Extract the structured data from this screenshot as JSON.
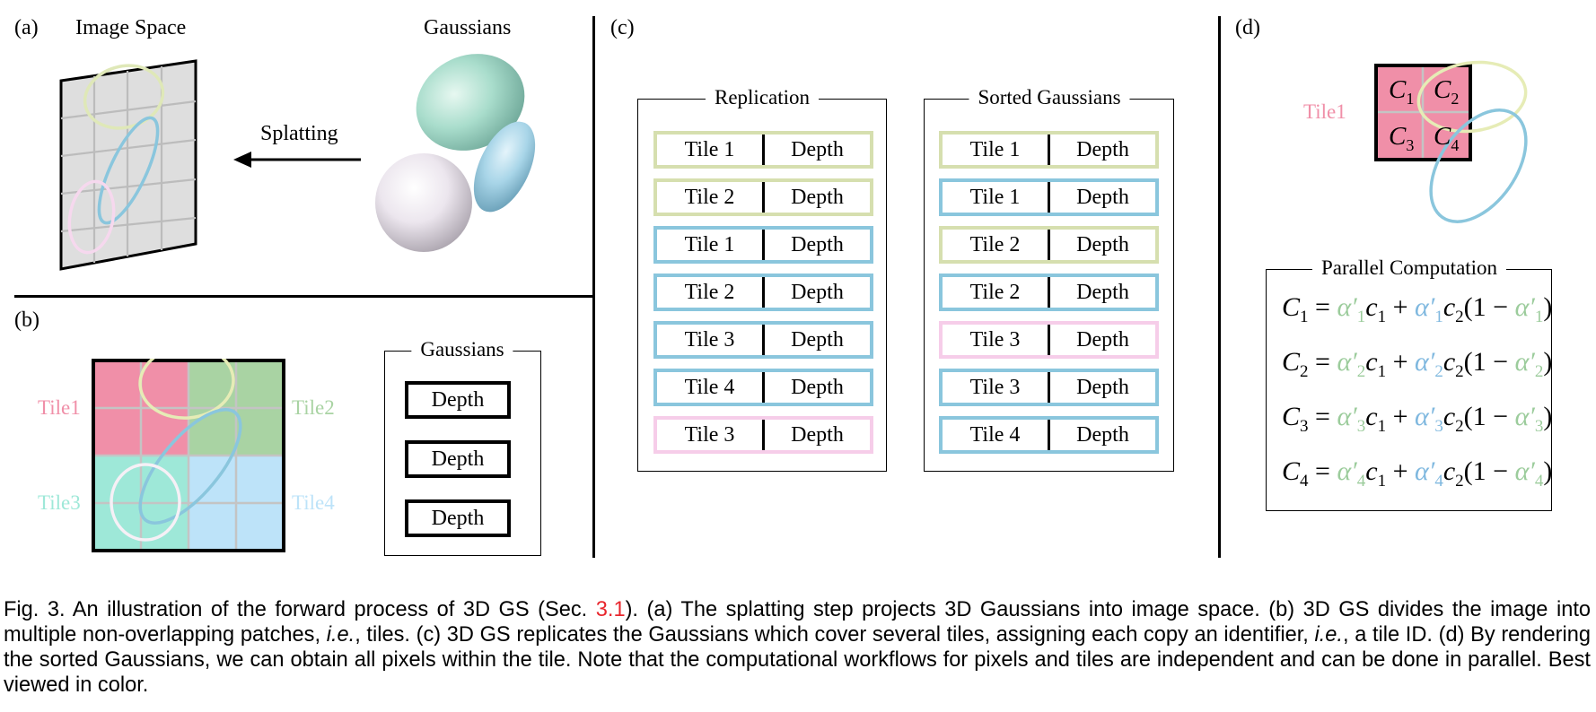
{
  "panel_a": {
    "label": "(a)",
    "image_space": "Image Space",
    "gaussians": "Gaussians",
    "splatting": "Splatting"
  },
  "panel_b": {
    "label": "(b)",
    "tiles": [
      "Tile1",
      "Tile2",
      "Tile3",
      "Tile4"
    ],
    "legend_title": "Gaussians",
    "depth_rows": [
      "Depth",
      "Depth",
      "Depth"
    ]
  },
  "panel_c": {
    "label": "(c)",
    "replication_title": "Replication",
    "replication_rows": [
      {
        "tile": "Tile 1",
        "depth": "Depth",
        "color": "yellow"
      },
      {
        "tile": "Tile 2",
        "depth": "Depth",
        "color": "yellow"
      },
      {
        "tile": "Tile 1",
        "depth": "Depth",
        "color": "blue"
      },
      {
        "tile": "Tile 2",
        "depth": "Depth",
        "color": "blue"
      },
      {
        "tile": "Tile 3",
        "depth": "Depth",
        "color": "blue"
      },
      {
        "tile": "Tile 4",
        "depth": "Depth",
        "color": "blue"
      },
      {
        "tile": "Tile 3",
        "depth": "Depth",
        "color": "pink"
      }
    ],
    "sorted_title": "Sorted Gaussians",
    "sorted_rows": [
      {
        "tile": "Tile 1",
        "depth": "Depth",
        "color": "yellow"
      },
      {
        "tile": "Tile 1",
        "depth": "Depth",
        "color": "blue"
      },
      {
        "tile": "Tile 2",
        "depth": "Depth",
        "color": "yellow"
      },
      {
        "tile": "Tile 2",
        "depth": "Depth",
        "color": "blue"
      },
      {
        "tile": "Tile 3",
        "depth": "Depth",
        "color": "pink"
      },
      {
        "tile": "Tile 3",
        "depth": "Depth",
        "color": "blue"
      },
      {
        "tile": "Tile 4",
        "depth": "Depth",
        "color": "blue"
      }
    ]
  },
  "panel_d": {
    "label": "(d)",
    "tile_label": "Tile1",
    "cells": [
      "C1",
      "C2",
      "C3",
      "C4"
    ],
    "computation_title": "Parallel Computation",
    "equations": [
      "1",
      "2",
      "3",
      "4"
    ]
  },
  "colors": {
    "yellow": "#d6dfaf",
    "blue": "#8ac6dd",
    "pink": "#f6cde9",
    "tile1": "#f08fa8",
    "tile2": "#a9d3a3",
    "tile3": "#9ee8d8",
    "tile4": "#bde3f9",
    "caption_ref": "#e8262d"
  },
  "caption": {
    "fig": "Fig. 3.",
    "part1": "An illustration of the forward process of 3D GS (Sec.",
    "ref": "3.1",
    "part2": "). (a) The splatting step projects 3D Gaussians into image space. (b) 3D GS divides the image into multiple non-overlapping patches,",
    "ie1": "i.e.",
    "part3": ", tiles. (c) 3D GS replicates the Gaussians which cover several tiles, assigning each copy an identifier,",
    "ie2": "i.e.",
    "part4": ", a tile ID. (d) By rendering the sorted Gaussians, we can obtain all pixels within the tile. Note that the computational workflows for pixels and tiles are independent and can be done in parallel. Best viewed in color."
  }
}
